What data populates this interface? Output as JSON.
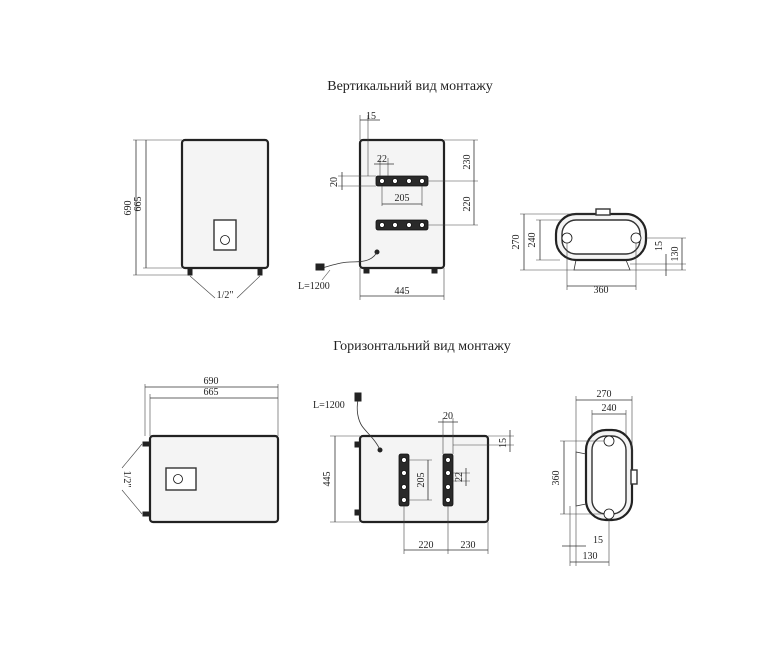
{
  "titles": {
    "vertical": "Вертикальний вид монтажу",
    "horizontal": "Горизонтальний вид монтажу"
  },
  "vertical": {
    "front": {
      "d690": "690",
      "d665": "665",
      "d_half": "1/2\""
    },
    "side": {
      "d15": "15",
      "d22": "22",
      "d20": "20",
      "d205": "205",
      "d230": "230",
      "d220": "220",
      "d445": "445",
      "cable": "L=1200"
    },
    "top": {
      "d270": "270",
      "d240": "240",
      "d15": "15",
      "d130": "130",
      "d360": "360"
    }
  },
  "horizontal": {
    "front": {
      "d690": "690",
      "d665": "665",
      "d_half": "1/2\""
    },
    "side": {
      "cable": "L=1200",
      "d20": "20",
      "d15": "15",
      "d445": "445",
      "d205": "205",
      "d22": "22",
      "d220": "220",
      "d230": "230"
    },
    "top": {
      "d270": "270",
      "d240": "240",
      "d360": "360",
      "d15": "15",
      "d130": "130"
    }
  }
}
